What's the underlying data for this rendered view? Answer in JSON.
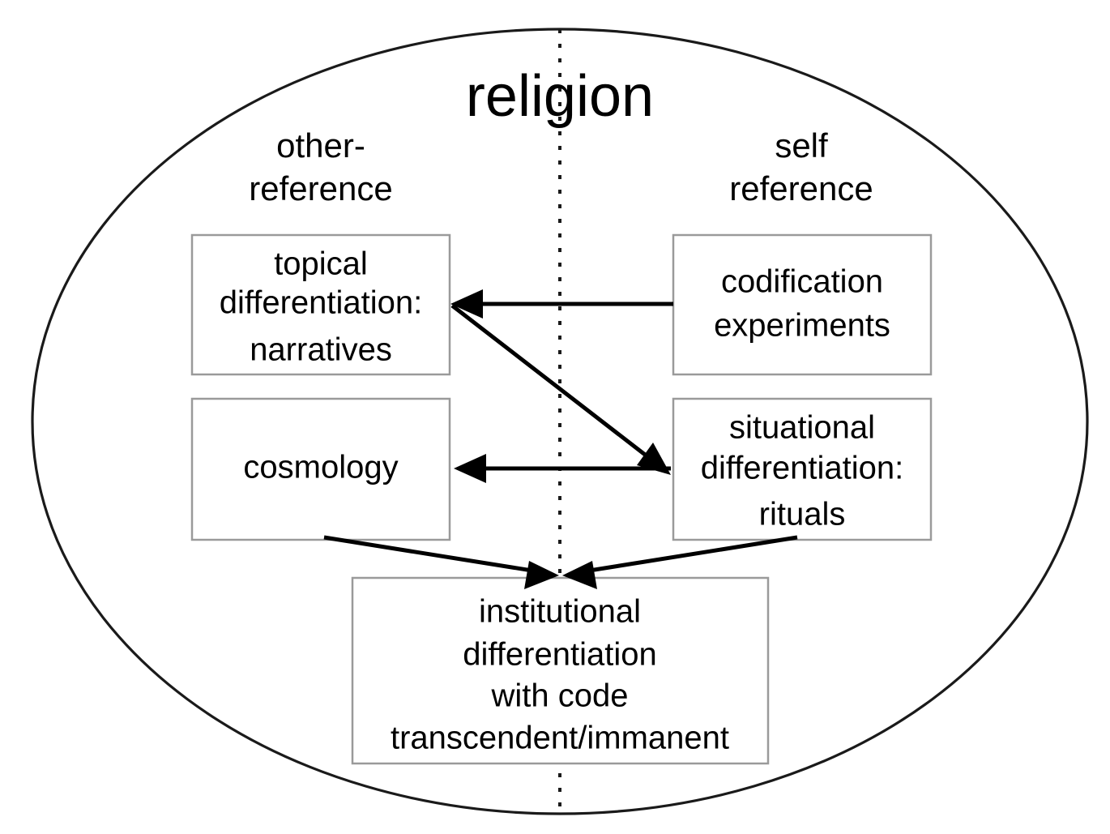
{
  "diagram": {
    "title": "religion",
    "side_labels": {
      "left": [
        "other-",
        "reference"
      ],
      "right": [
        "self",
        "reference"
      ]
    },
    "colors": {
      "boundary_stroke": "#1a1a1a",
      "box_stroke": "#9a9a9a",
      "box_fill": "#ffffff",
      "arrow": "#000000",
      "text": "#000000",
      "background": "#ffffff"
    },
    "nodes": [
      {
        "id": "topical",
        "lines": [
          "topical",
          "differentiation:",
          "narratives"
        ],
        "side": "other-reference"
      },
      {
        "id": "codification",
        "lines": [
          "codification",
          "experiments"
        ],
        "side": "self-reference"
      },
      {
        "id": "cosmology",
        "lines": [
          "cosmology"
        ],
        "side": "other-reference"
      },
      {
        "id": "situational",
        "lines": [
          "situational",
          "differentiation:",
          "rituals"
        ],
        "side": "self-reference"
      },
      {
        "id": "institutional",
        "lines": [
          "institutional",
          "differentiation",
          "with code",
          "transcendent/immanent"
        ],
        "side": "center"
      }
    ],
    "edges": [
      {
        "id": "codification-to-topical",
        "from": "codification",
        "to": "topical"
      },
      {
        "id": "topical-to-situational",
        "from": "topical",
        "to": "situational"
      },
      {
        "id": "situational-to-cosmology",
        "from": "situational",
        "to": "cosmology"
      },
      {
        "id": "cosmology-to-institutional",
        "from": "cosmology",
        "to": "institutional"
      },
      {
        "id": "situational-to-institutional",
        "from": "situational",
        "to": "institutional"
      }
    ]
  }
}
